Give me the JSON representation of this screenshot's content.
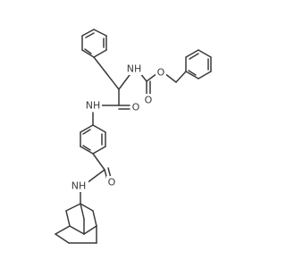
{
  "structure": {
    "atom_labels": {
      "carbamate_nh": "NH",
      "ester_oxygen": "O",
      "carbamate_carbonyl_oxygen": "O",
      "amide_nh": "NH",
      "amide_carbonyl_oxygen": "O",
      "benzamide_nh": "NH",
      "benzamide_carbonyl_oxygen": "O"
    }
  }
}
